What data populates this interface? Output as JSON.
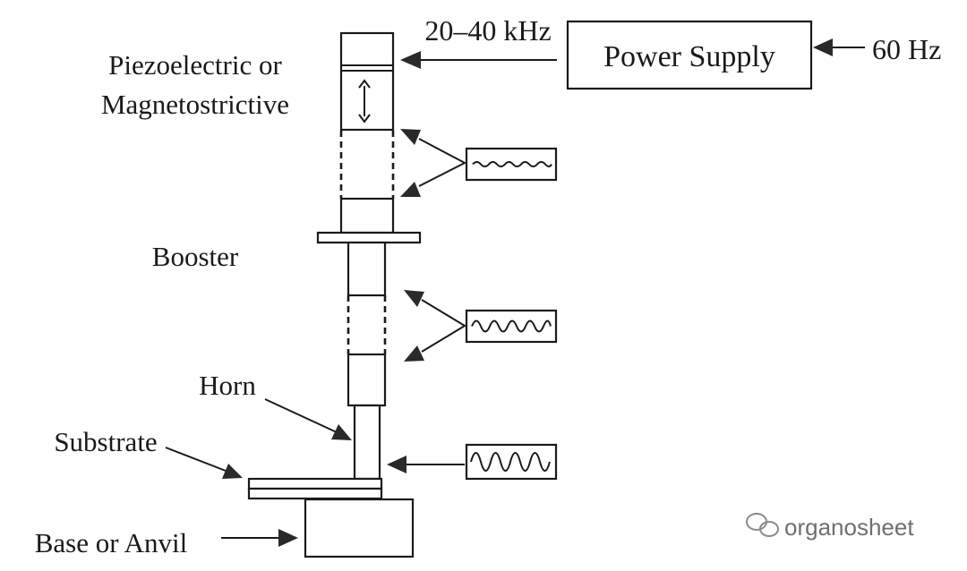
{
  "labels": {
    "frequency": "20–40 kHz",
    "power_supply": "Power Supply",
    "mains": "60 Hz",
    "transducer_line1": "Piezoelectric or",
    "transducer_line2": "Magnetostrictive",
    "booster": "Booster",
    "horn": "Horn",
    "substrate": "Substrate",
    "base": "Base or Anvil"
  },
  "watermark": "organosheet",
  "icons": [
    "wechat-logo-icon"
  ],
  "colors": {
    "line": "#1a1a1a",
    "watermark": "#6f6f6f",
    "background": "#ffffff"
  }
}
